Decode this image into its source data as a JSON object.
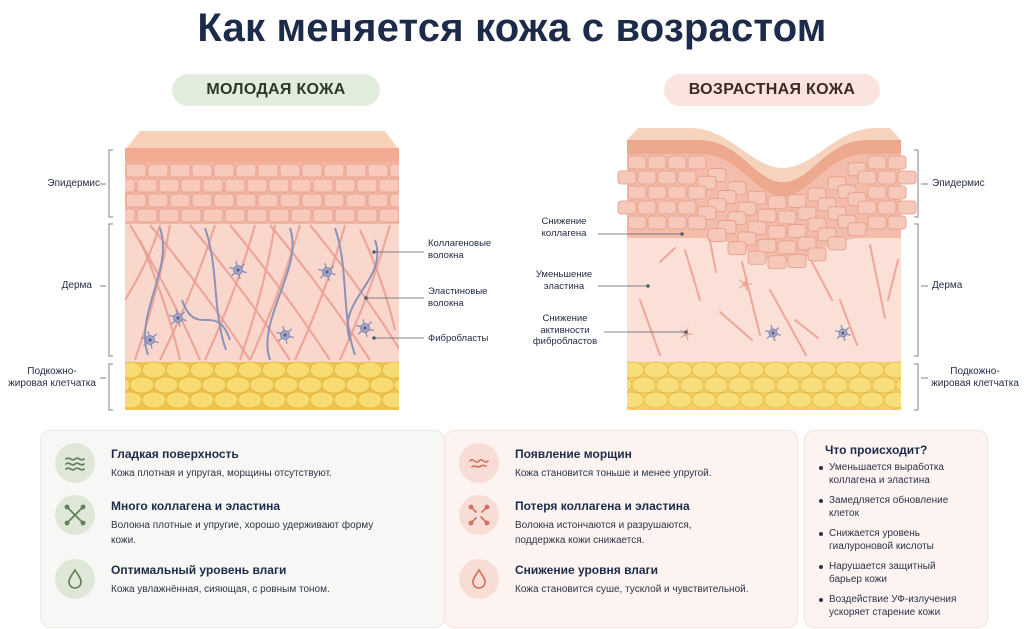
{
  "title": "Как меняется кожа с возрастом",
  "young": {
    "heading": "МОЛОДАЯ КОЖА",
    "layers": {
      "epidermis": "Эпидермис",
      "dermis": "Дерма",
      "subcutis": "Подкожно-\nжировая клетчатка"
    },
    "annotations": {
      "collagen": "Коллагеновые\nволокна",
      "elastin": "Эластиновые\nволокна",
      "fibroblasts": "Фибробласты"
    }
  },
  "aged": {
    "heading": "ВОЗРАСТНАЯ КОЖА",
    "layers": {
      "epidermis": "Эпидермис",
      "dermis": "Дерма",
      "subcutis": "Подкожно-\nжировая клетчатка"
    },
    "annotations": {
      "collagen": "Снижение\nколлагена",
      "elastin": "Уменьшение\nэластина",
      "fibroblasts": "Снижение\nактивности\nфибробластов"
    }
  },
  "young_features": [
    {
      "icon": "waves-icon",
      "title": "Гладкая поверхность",
      "text": "Кожа плотная и упругая, морщины отсутствуют."
    },
    {
      "icon": "fibers-icon",
      "title": "Много коллагена и эластина",
      "text": "Волокна плотные и упругие, хорошо удерживают форму\nкожи."
    },
    {
      "icon": "drop-icon",
      "title": "Оптимальный уровень влаги",
      "text": "Кожа увлажнённая, сияющая, с ровным тоном."
    }
  ],
  "aged_features": [
    {
      "icon": "wrinkle-icon",
      "title": "Появление морщин",
      "text": "Кожа становится тоньше и менее упругой."
    },
    {
      "icon": "broken-fibers-icon",
      "title": "Потеря коллагена и эластина",
      "text": "Волокна истончаются и разрушаются,\nподдержка кожи снижается."
    },
    {
      "icon": "low-drop-icon",
      "title": "Снижение уровня влаги",
      "text": "Кожа становится суше, тусклой и чувствительной."
    }
  ],
  "info": {
    "title": "Что происходит?",
    "items": [
      "Уменьшается выработка\nколлагена и эластина",
      "Замедляется обновление\nклеток",
      "Снижается уровень\nгиалуроновой кислоты",
      "Нарушается защитный\nбарьер кожи",
      "Воздействие УФ-излучения\nускоряет старение кожи"
    ]
  },
  "colors": {
    "title": "#1c2b4a",
    "young_accent": "#e3eddc",
    "aged_accent": "#fbe4de",
    "epidermis": "#f3b7a6",
    "dermis": "#fad7cc",
    "fat": "#f6d56b",
    "elastin": "#8d92b8"
  }
}
